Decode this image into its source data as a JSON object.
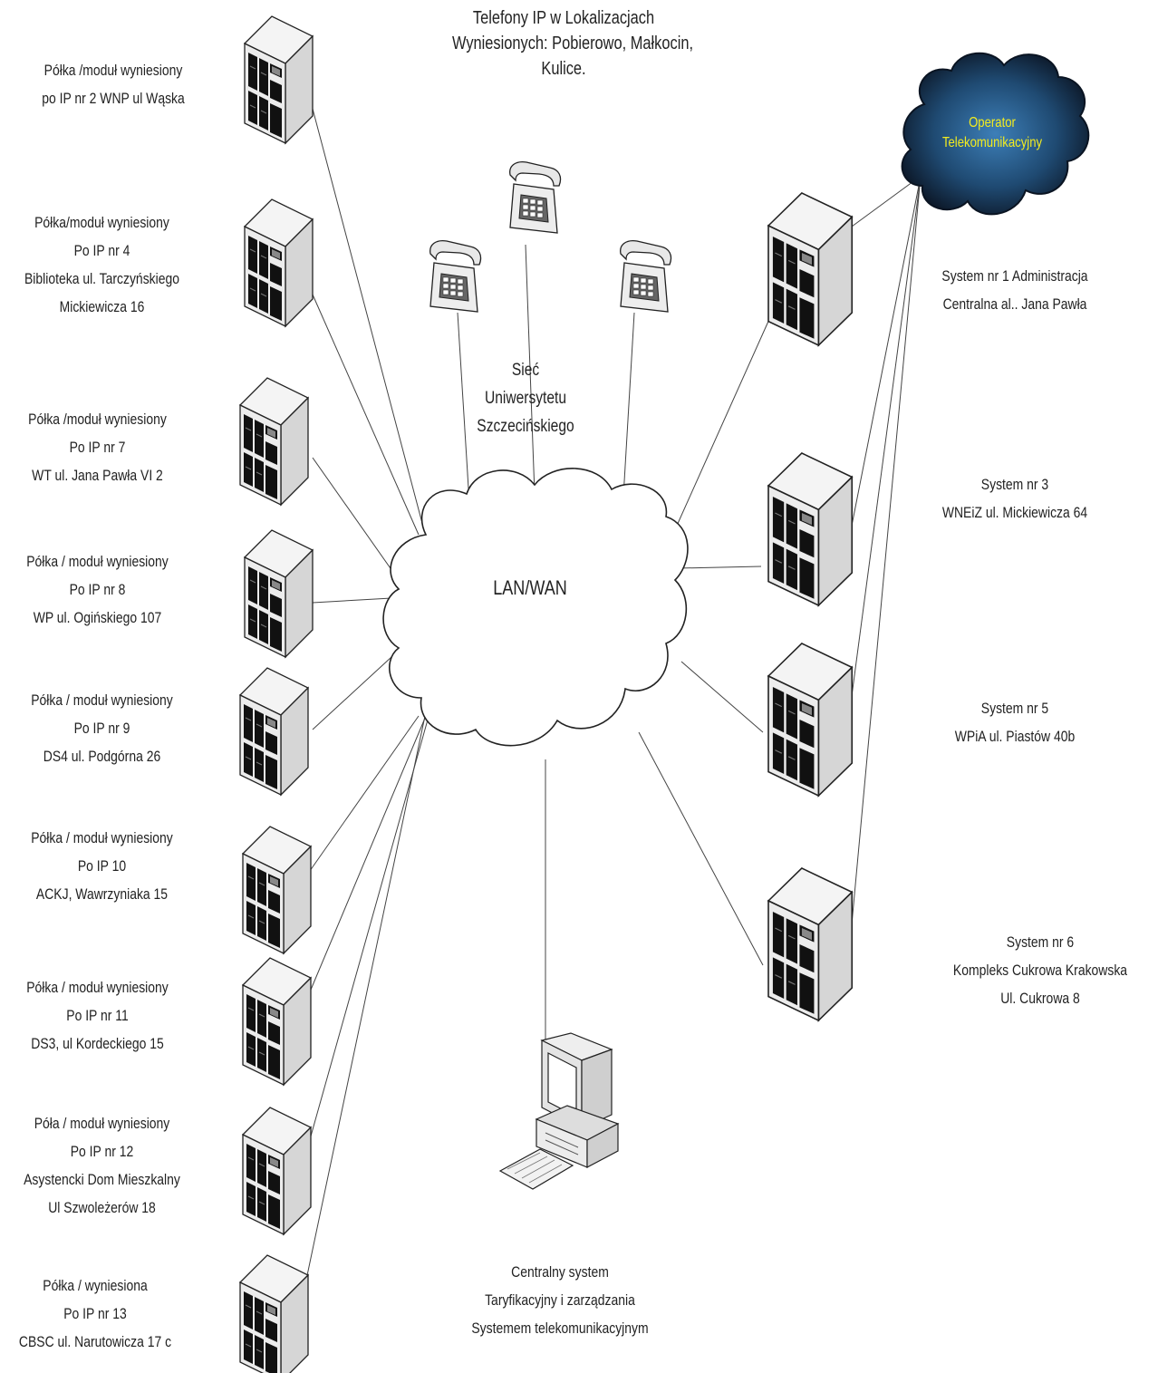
{
  "diagram": {
    "title_lines": [
      "Telefony IP w Lokalizacjach",
      "Wyniesionych: Pobierowo, Małkocin,",
      "Kulice."
    ],
    "network_label_lines": [
      "Sieć",
      "Uniwersytetu",
      "Szczecińskiego"
    ],
    "lan_label": "LAN/WAN",
    "operator_lines": [
      "Operator",
      "Telekomunikacyjny"
    ],
    "central_lines": [
      "Centralny system",
      "Taryfikacyjny i zarządzania",
      "Systemem telekomunikacyjnym"
    ],
    "left_nodes": [
      {
        "lines": [
          "Półka /moduł wyniesiony",
          "po IP nr 2 WNP ul Wąska"
        ],
        "icon": "server-icon"
      },
      {
        "lines": [
          "Półka/moduł wyniesiony",
          "Po IP nr 4",
          "Biblioteka ul. Tarczyńskiego",
          "Mickiewicza 16"
        ],
        "icon": "server-icon"
      },
      {
        "lines": [
          "Półka /moduł wyniesiony",
          "Po IP nr 7",
          "WT ul. Jana Pawła VI 2"
        ],
        "icon": "server-icon"
      },
      {
        "lines": [
          "Półka / moduł wyniesiony",
          "Po IP nr 8",
          "WP ul. Ogińskiego 107"
        ],
        "icon": "server-icon"
      },
      {
        "lines": [
          "Półka / moduł wyniesiony",
          "Po IP nr 9",
          "DS4 ul. Podgórna 26"
        ],
        "icon": "server-icon"
      },
      {
        "lines": [
          "Półka / moduł wyniesiony",
          "Po IP 10",
          "ACKJ, Wawrzyniaka 15"
        ],
        "icon": "server-icon"
      },
      {
        "lines": [
          "Półka / moduł wyniesiony",
          "Po IP nr 11",
          "DS3, ul Kordeckiego 15"
        ],
        "icon": "server-icon"
      },
      {
        "lines": [
          "Póła / moduł wyniesiony",
          "Po IP nr 12",
          "Asystencki Dom Mieszkalny",
          "Ul Szwoleżerów 18"
        ],
        "icon": "server-icon"
      },
      {
        "lines": [
          "Półka / wyniesiona",
          "Po IP nr 13",
          "CBSC ul. Narutowicza 17 c"
        ],
        "icon": "server-icon"
      }
    ],
    "right_nodes": [
      {
        "lines": [
          "System nr 1 Administracja",
          "Centralna al.. Jana Pawła"
        ],
        "icon": "server-icon"
      },
      {
        "lines": [
          "System nr 3",
          "WNEiZ ul. Mickiewicza 64"
        ],
        "icon": "server-icon"
      },
      {
        "lines": [
          "System nr 5",
          "WPiA ul. Piastów 40b"
        ],
        "icon": "server-icon"
      },
      {
        "lines": [
          "System nr 6",
          "Kompleks Cukrowa Krakowska",
          "Ul. Cukrowa 8"
        ],
        "icon": "server-icon"
      }
    ],
    "phones": [
      {
        "icon": "ip-phone-icon"
      },
      {
        "icon": "ip-phone-icon"
      },
      {
        "icon": "ip-phone-icon"
      }
    ],
    "workstation": {
      "icon": "workstation-icon"
    },
    "colors": {
      "line": "#444444",
      "operator_cloud": "#0d1a2b",
      "operator_glow": "#3d7fb8",
      "operator_text": "#f3ec1f"
    }
  }
}
